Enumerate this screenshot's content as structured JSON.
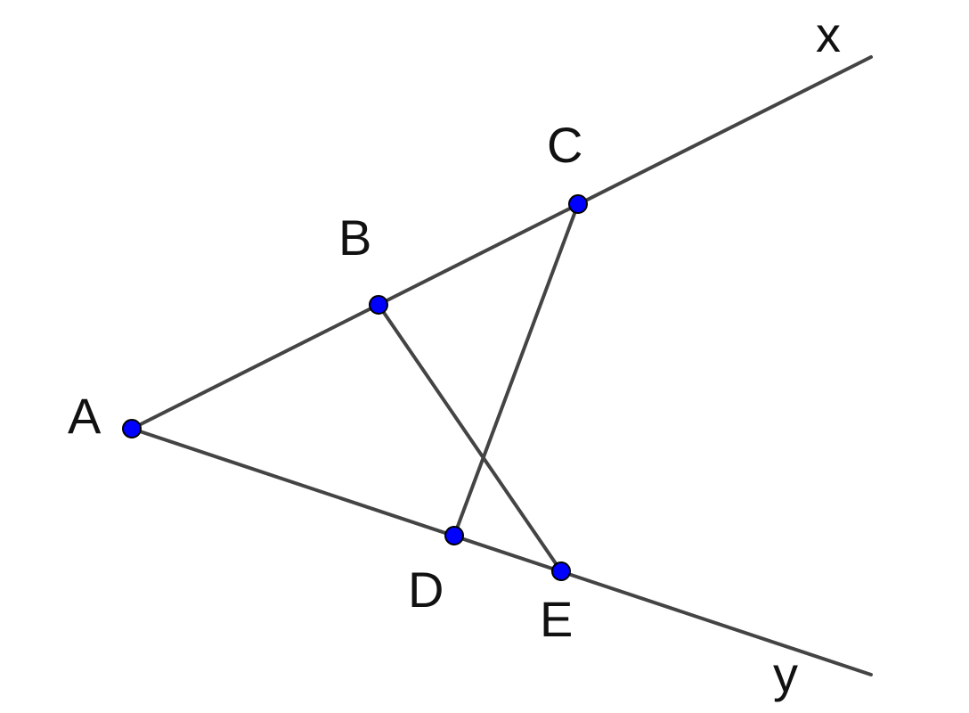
{
  "colors": {
    "line": "#444444",
    "point_fill": "#0000ff",
    "point_stroke": "#000000",
    "label": "#111111"
  },
  "points": {
    "A": "A",
    "B": "B",
    "C": "C",
    "D": "D",
    "E": "E"
  },
  "rays": {
    "x": "x",
    "y": "y"
  }
}
